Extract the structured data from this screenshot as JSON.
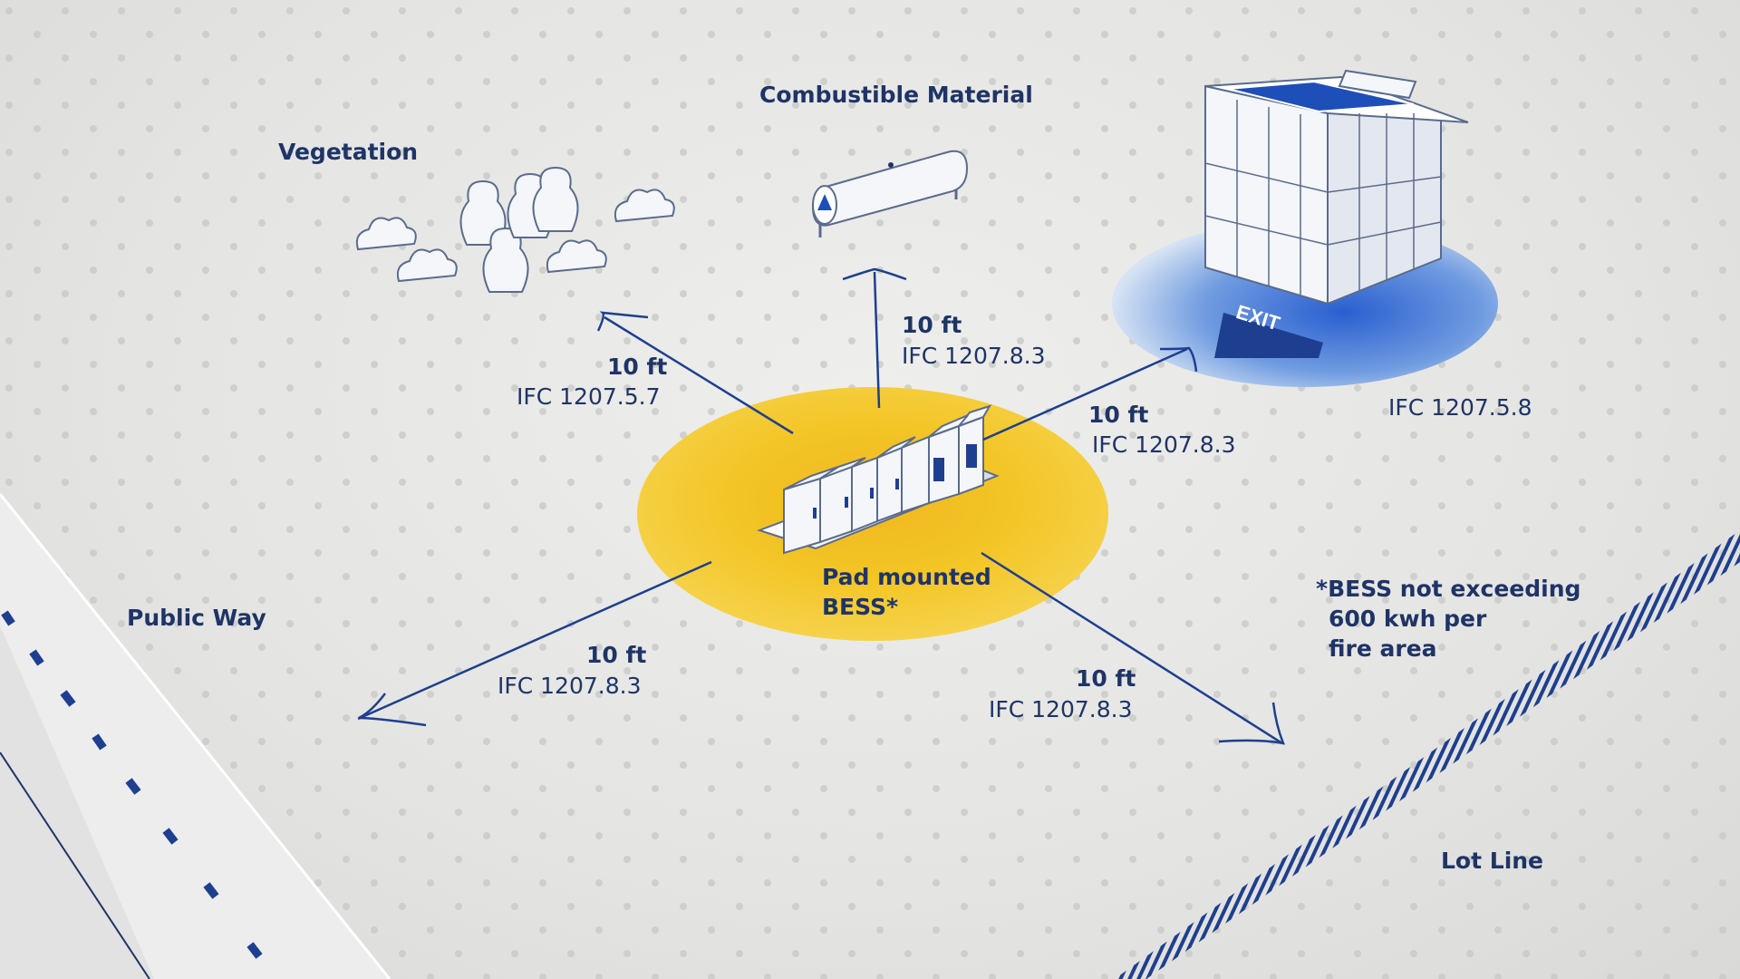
{
  "labels": {
    "combustible": "Combustible Material",
    "vegetation": "Vegetation",
    "public_way": "Public Way",
    "lot_line": "Lot Line",
    "building_code": "IFC 1207.5.8",
    "bess_line1": "Pad mounted",
    "bess_line2": "BESS*",
    "exit_sign": "EXIT"
  },
  "footnote": {
    "line1": "*BESS not exceeding",
    "line2": "600 kwh per",
    "line3": "fire area"
  },
  "clearances": {
    "vegetation": {
      "distance": "10 ft",
      "code": "IFC 1207.5.7"
    },
    "combustible": {
      "distance": "10 ft",
      "code": "IFC 1207.8.3"
    },
    "building": {
      "distance": "10 ft",
      "code": "IFC 1207.8.3"
    },
    "public_way": {
      "distance": "10 ft",
      "code": "IFC 1207.8.3"
    },
    "lot_line": {
      "distance": "10 ft",
      "code": "IFC 1207.8.3"
    }
  },
  "colors": {
    "primary_navy": "#1f3466",
    "accent_blue": "#1e4fb8",
    "bess_zone_yellow": "#f2c21a",
    "ground": "#e6e6e4"
  },
  "icons": [
    "trees-icon",
    "tank-icon",
    "building-icon",
    "exit-sign-icon",
    "bess-cabinets-icon",
    "road-icon",
    "lot-line-fence-icon"
  ]
}
